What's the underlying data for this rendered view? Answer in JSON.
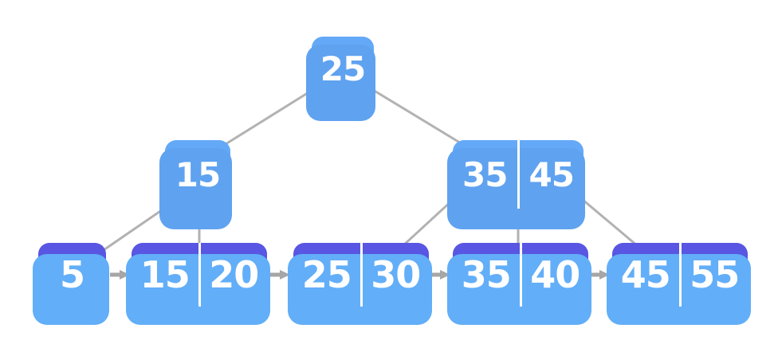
{
  "diagram": {
    "root": {
      "keys": [
        "25"
      ]
    },
    "internal_nodes": [
      {
        "keys": [
          "15"
        ]
      },
      {
        "keys": [
          "35",
          "45"
        ]
      }
    ],
    "leaf_nodes": [
      {
        "keys": [
          "5"
        ]
      },
      {
        "keys": [
          "15",
          "20"
        ]
      },
      {
        "keys": [
          "25",
          "30"
        ]
      },
      {
        "keys": [
          "35",
          "40"
        ]
      },
      {
        "keys": [
          "45",
          "55"
        ]
      }
    ]
  },
  "colors": {
    "internal_node": "#64a9f7",
    "internal_shadow": "#5fa2f0",
    "leaf_node": "#5856e2",
    "leaf_shadow": "#62aef8",
    "edge_line": "#b3b1b1",
    "arrow": "#a6a6a6",
    "key_text": "#ffffff",
    "divider": "#ffffff"
  }
}
